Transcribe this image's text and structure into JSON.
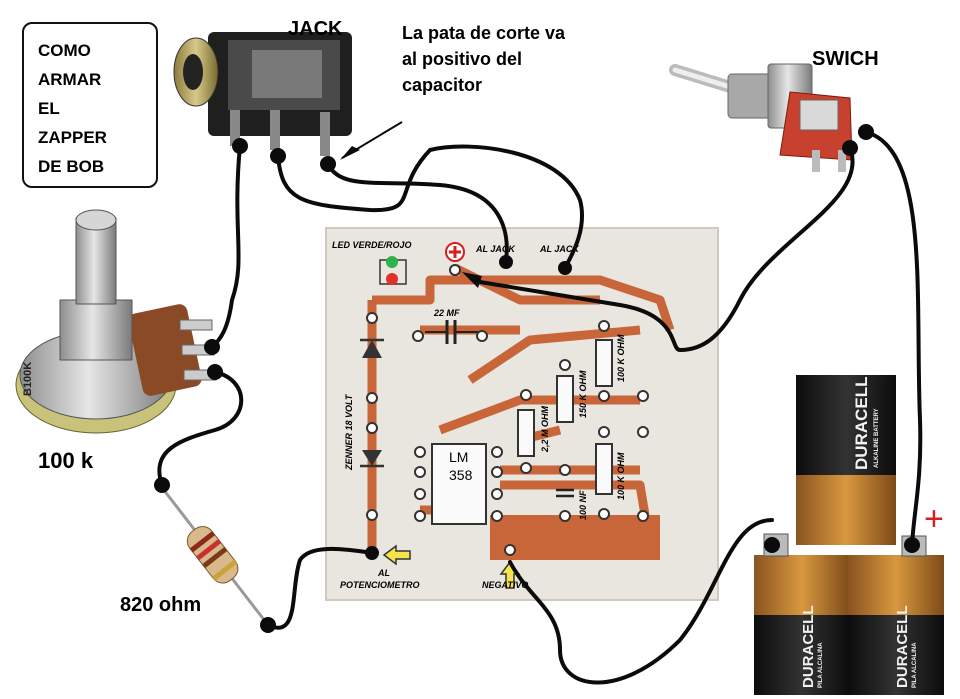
{
  "title": {
    "lines": [
      "COMO",
      "ARMAR",
      "EL",
      "ZAPPER",
      "DE BOB"
    ]
  },
  "labels": {
    "jack": "JACK",
    "jack_note": [
      "La pata de corte va",
      "al positivo del",
      "capacitor"
    ],
    "switch": "SWICH",
    "pot_value": "100 k",
    "pot_marking": "B100K",
    "resistor_value": "820 ohm",
    "plus_sign": "+"
  },
  "pcb": {
    "led": "LED VERDE/ROJO",
    "plus": "+",
    "al_jack_1": "AL JACK",
    "al_jack_2": "AL JACK",
    "capacitor_22": "22 MF",
    "zener": "ZENNER 18 VOLT",
    "ic_line1": "LM",
    "ic_line2": "358",
    "r_2m": "2,2 M OHM",
    "r_150k": "150 K OHM",
    "r_100k_top": "100 K OHM",
    "r_100k_bottom": "100 K OHM",
    "c_100nf": "100 NF",
    "al_pot": "AL",
    "potenciometro": "POTENCIOMETRO",
    "negativo": "NEGATIVO"
  },
  "battery": {
    "brand": "DURACELL",
    "subtitle": "ALKALINE BATTERY",
    "label_small": "PILA ALCALINA"
  },
  "colors": {
    "copper": "#c8663a",
    "board": "#e9e6df",
    "wire": "#0b0b0b",
    "battery_copper": "#c98a3c",
    "battery_black": "#1c1c1c",
    "plus_red": "#d62020",
    "switch_red": "#c8402e",
    "arrow_yellow": "#f6e24a"
  }
}
